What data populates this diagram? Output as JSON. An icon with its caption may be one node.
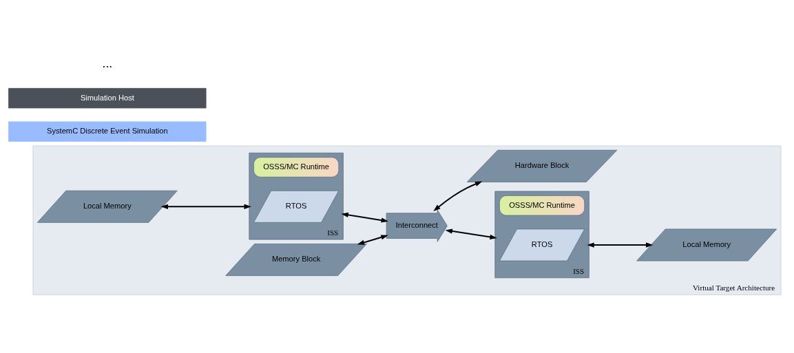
{
  "diagram": {
    "nodes": [
      {
        "text": [
          "Virtual Target Architecture"
        ]
      },
      {
        "text": [
          "Local Memory"
        ],
        "in": 0
      },
      {
        "text": [
          "ISS"
        ],
        "in": 0
      },
      {
        "text": [
          "OSSS/MC Runtime"
        ],
        "in": 2
      },
      {
        "text": [
          "RTOS"
        ],
        "in": 2
      },
      {
        "text": [
          "Interconnect"
        ],
        "in": 0
      },
      {
        "text": [
          "ISS"
        ],
        "in": 0
      },
      {
        "text": [
          "OSSS/MC Runtime"
        ],
        "in": 6
      },
      {
        "text": [
          "RTOS"
        ],
        "in": 6
      },
      {
        "text": [
          "Local Memory"
        ],
        "in": 0
      },
      {
        "text": [
          "Memory Block"
        ],
        "in": 0
      },
      {
        "text": [
          "Hardware Block"
        ],
        "in": 0
      },
      {
        "text": [
          "SystemC Discrete Event Simulation"
        ]
      },
      {
        "text": [
          "Simulation Host"
        ]
      }
    ],
    "edges": [
      {
        "from": 1,
        "to": 2,
        "arrow": "both"
      },
      {
        "from": 2,
        "to": 5,
        "arrow": "both"
      },
      {
        "from": 5,
        "to": 6,
        "arrow": "both"
      },
      {
        "from": 6,
        "to": 9,
        "arrow": "both"
      },
      {
        "from": 10,
        "to": 5,
        "arrow": "both"
      },
      {
        "from": 5,
        "to": 11,
        "arrow": "both"
      }
    ],
    "labels": [
      "..."
    ]
  }
}
